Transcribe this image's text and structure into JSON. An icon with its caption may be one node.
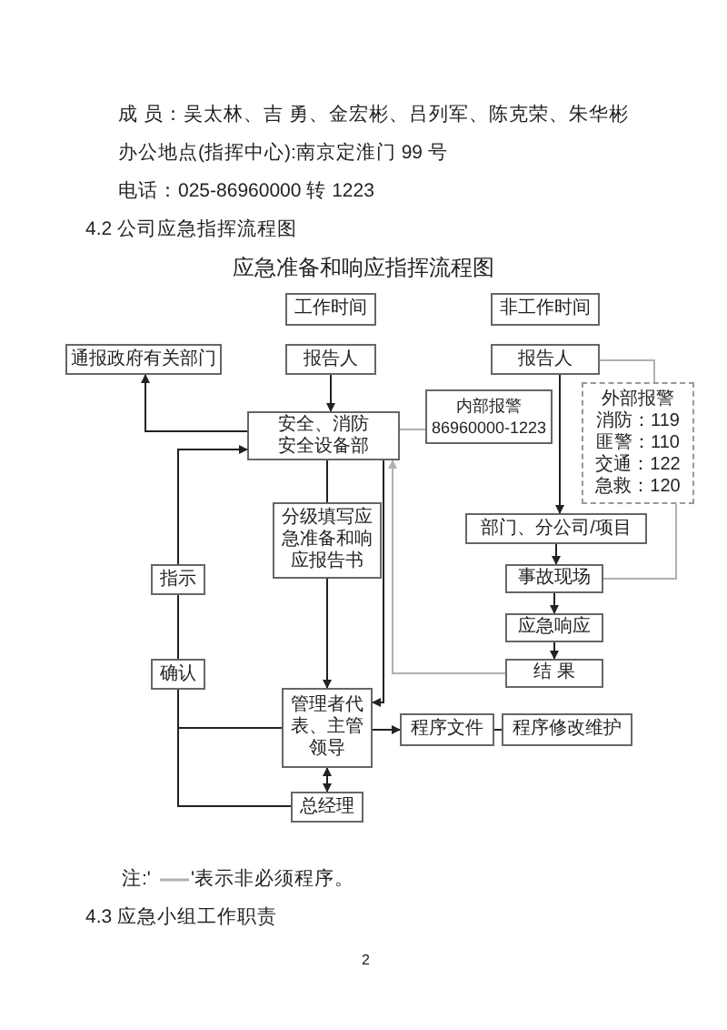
{
  "diagram": {
    "title": "应急准备和响应指挥流程图",
    "nodes": [
      {
        "text": [
          "工作时间"
        ]
      },
      {
        "text": [
          "非工作时间"
        ]
      },
      {
        "text": [
          "通报政府有关部门"
        ]
      },
      {
        "text": [
          "报告人"
        ]
      },
      {
        "text": [
          "报告人"
        ]
      },
      {
        "text": [
          "安全、消防安全设备部"
        ]
      },
      {
        "text": [
          "内部报警",
          "86960000-1223"
        ]
      },
      {
        "text": [
          "外部报警",
          "消防：119",
          "匪警：110",
          "交通：122",
          "急救：120"
        ]
      },
      {
        "text": [
          "分级填写应急准备和响应报告书"
        ]
      },
      {
        "text": [
          "部门、分公司/项目"
        ]
      },
      {
        "text": [
          "指示"
        ]
      },
      {
        "text": [
          "事故现场"
        ]
      },
      {
        "text": [
          "应急响应"
        ]
      },
      {
        "text": [
          "确认"
        ]
      },
      {
        "text": [
          "结 果"
        ]
      },
      {
        "text": [
          "管理者代表、主管领导"
        ]
      },
      {
        "text": [
          "程序文件"
        ]
      },
      {
        "text": [
          "程序修改维护"
        ]
      },
      {
        "text": [
          "总经理"
        ]
      }
    ],
    "edges": [
      {
        "from": 3,
        "to": 5,
        "arrow": "to"
      },
      {
        "from": 5,
        "to": 2,
        "arrow": "to"
      },
      {
        "from": 5,
        "to": 6,
        "arrow": "none",
        "color": "#b0b0b0"
      },
      {
        "from": 4,
        "to": 7,
        "arrow": "none",
        "color": "#b0b0b0"
      },
      {
        "from": 4,
        "to": 9,
        "arrow": "to"
      },
      {
        "from": 9,
        "to": 11,
        "arrow": "to"
      },
      {
        "from": 7,
        "to": 11,
        "arrow": "none",
        "color": "#b0b0b0"
      },
      {
        "from": 11,
        "to": 12,
        "arrow": "to"
      },
      {
        "from": 12,
        "to": 14,
        "arrow": "to"
      },
      {
        "from": 14,
        "to": 5,
        "arrow": "to",
        "color": "#b0b0b0"
      },
      {
        "from": 5,
        "to": 15,
        "arrow": "to"
      },
      {
        "from": 5,
        "to": 8,
        "arrow": "none"
      },
      {
        "from": 8,
        "to": 15,
        "arrow": "to"
      },
      {
        "from": 10,
        "to": 5,
        "arrow": "to"
      },
      {
        "from": 13,
        "to": 10,
        "arrow": "none"
      },
      {
        "from": 15,
        "to": 13,
        "arrow": "none"
      },
      {
        "from": 18,
        "to": 13,
        "arrow": "none"
      },
      {
        "from": 15,
        "to": 16,
        "arrow": "to"
      },
      {
        "from": 16,
        "to": 17,
        "arrow": "none"
      },
      {
        "from": 15,
        "to": 18,
        "arrow": "both"
      }
    ],
    "labels": [
      "成 员：吴太林、吉 勇、金宏彬、吕列军、陈克荣、朱华彬",
      "办公地点(指挥中心):南京定淮门 99 号",
      "电话：025-86960000 转 1223",
      "4.2 公司应急指挥流程图",
      "注:'",
      "4.3 应急小组工作职责",
      "2"
    ],
    "legend": [
      {
        "text": "'表示非必须程序。"
      }
    ]
  }
}
